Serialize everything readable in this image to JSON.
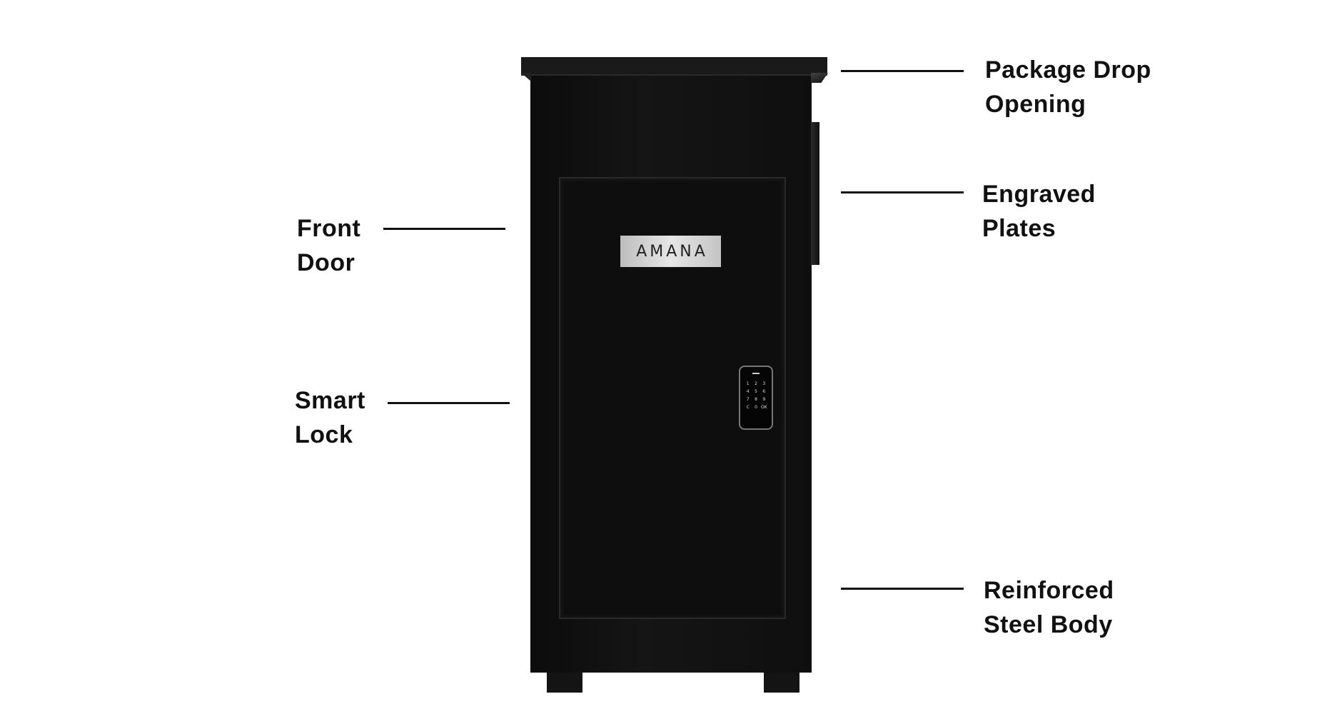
{
  "product": {
    "brand_plate": "AMANA",
    "keypad_keys": [
      "1",
      "2",
      "3",
      "4",
      "5",
      "6",
      "7",
      "8",
      "9",
      "C",
      "0",
      "OK"
    ]
  },
  "callouts": [
    {
      "id": "package-drop-opening",
      "lines": [
        "Package Drop",
        "Opening"
      ]
    },
    {
      "id": "engraved-plates",
      "lines": [
        "Engraved",
        "Plates"
      ]
    },
    {
      "id": "front-door",
      "lines": [
        "Front",
        "Door"
      ]
    },
    {
      "id": "smart-lock",
      "lines": [
        "Smart",
        "Lock"
      ]
    },
    {
      "id": "reinforced-steel-body",
      "lines": [
        "Reinforced",
        "Steel Body"
      ]
    }
  ]
}
